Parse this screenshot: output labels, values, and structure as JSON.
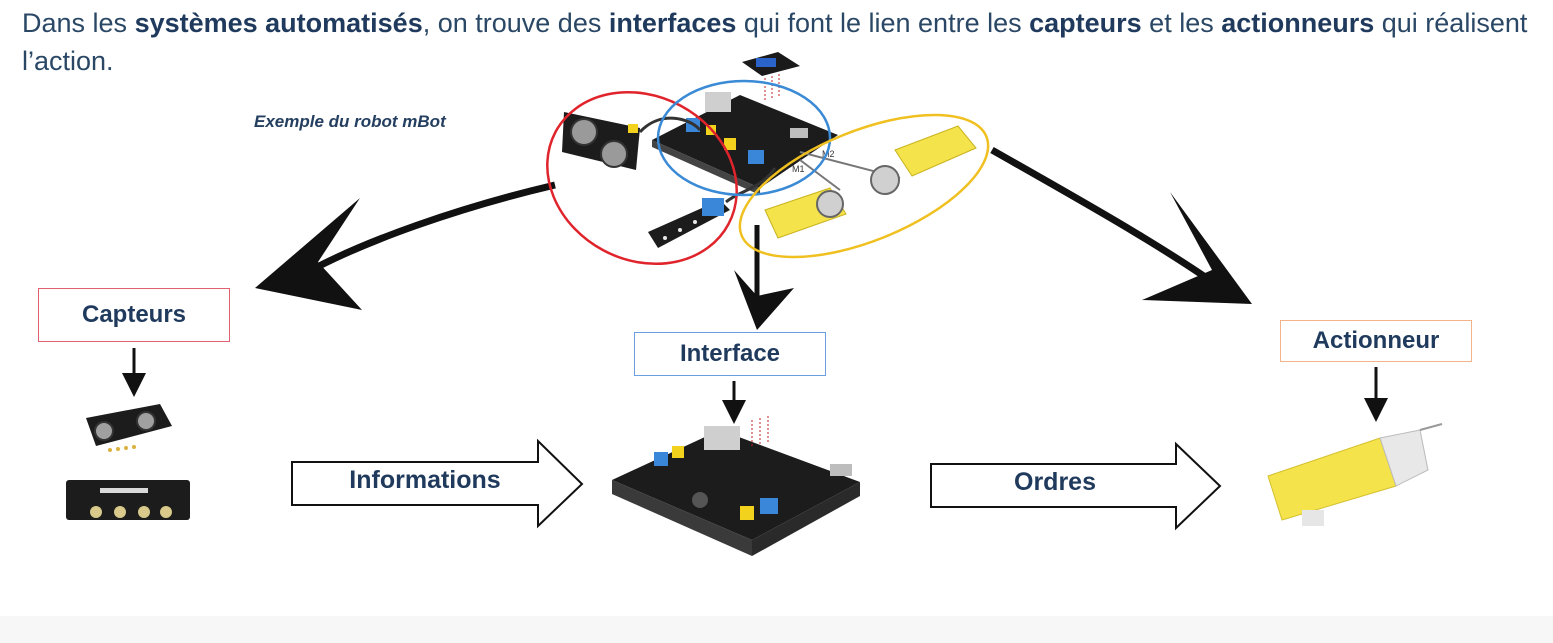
{
  "intro": {
    "t1": "Dans les ",
    "b1": "systèmes automatisés",
    "t2": ", on trouve des ",
    "b2": "interfaces",
    "t3": " qui font le lien entre les ",
    "b3": "capteurs",
    "t4": " et les ",
    "b4": "actionneurs",
    "t5": " qui réalisent l’action."
  },
  "example_caption": "Exemple du robot mBot",
  "robot_ports": {
    "m1": "M1",
    "m2": "M2"
  },
  "boxes": {
    "capteurs": "Capteurs",
    "interface": "Interface",
    "actionneur": "Actionneur"
  },
  "flows": {
    "informations": "Informations",
    "ordres": "Ordres"
  },
  "colors": {
    "capteurs_border": "#e06070",
    "interface_border": "#6b9fe0",
    "actionneur_border": "#f3b48a",
    "circle_red": "#e0242c",
    "circle_blue": "#3a8ad6",
    "circle_yellow": "#f0c020",
    "motor_yellow": "#f4e34a",
    "board_black": "#1c1c1c"
  }
}
